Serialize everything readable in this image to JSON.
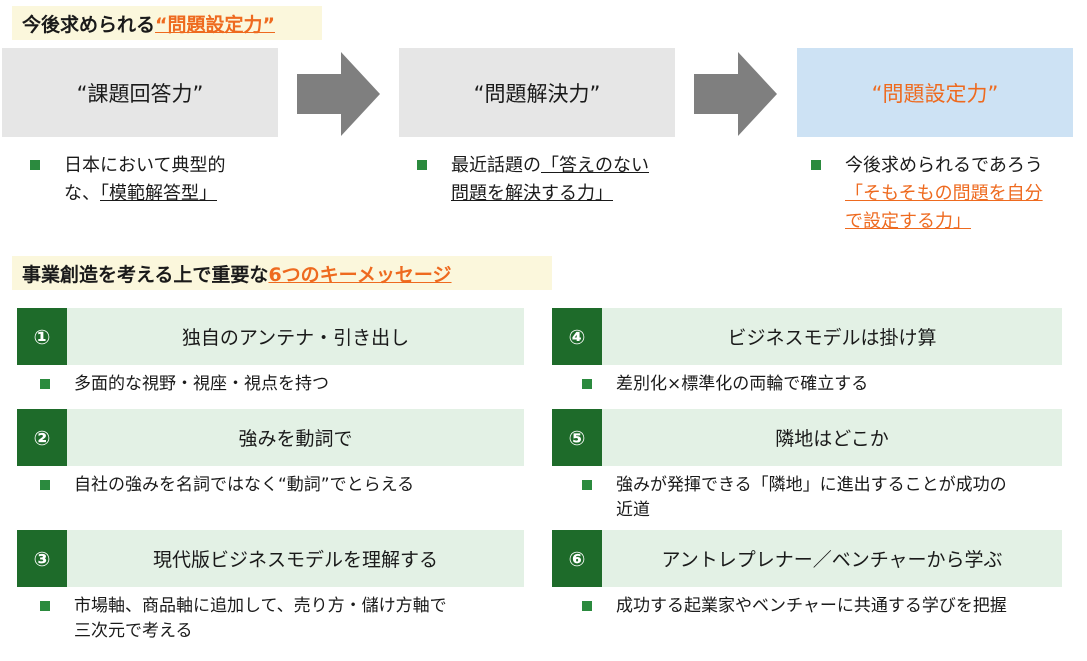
{
  "top_heading": {
    "prefix": "今後求められる",
    "highlight": "“問題設定力”"
  },
  "stages": [
    {
      "label": "“課題回答力”"
    },
    {
      "label": "“問題解決力”"
    },
    {
      "label": "“問題設定力”"
    }
  ],
  "stage_bullets": [
    {
      "line1": "日本において典型的",
      "line2_plain": "な、",
      "line2_underlined": "「模範解答型」"
    },
    {
      "line1_plain": "最近話題の",
      "line1_underlined": "「答えのない",
      "line2_underlined": "問題を解決する力」"
    },
    {
      "line1": "今後求められるであろう",
      "line2": "「そもそもの問題を自分",
      "line3": "で設定する力」"
    }
  ],
  "bottom_heading": {
    "prefix": "事業創造を考える上で重要な",
    "highlight": "6つのキーメッセージ"
  },
  "messages": [
    {
      "num": "①",
      "title": "独自のアンテナ・引き出し",
      "bullet": "多面的な視野・視座・視点を持つ",
      "bullet2": ""
    },
    {
      "num": "②",
      "title": "強みを動詞で",
      "bullet": "自社の強みを名詞ではなく“動詞”でとらえる",
      "bullet2": ""
    },
    {
      "num": "③",
      "title": "現代版ビジネスモデルを理解する",
      "bullet": "市場軸、商品軸に追加して、売り方・儲け方軸で",
      "bullet2": "三次元で考える"
    },
    {
      "num": "④",
      "title": "ビジネスモデルは掛け算",
      "bullet": "差別化×標準化の両輪で確立する",
      "bullet2": ""
    },
    {
      "num": "⑤",
      "title": "隣地はどこか",
      "bullet": "強みが発揮できる「隣地」に進出することが成功の",
      "bullet2": "近道"
    },
    {
      "num": "⑥",
      "title": "アントレプレナー／ベンチャーから学ぶ",
      "bullet": "成功する起業家やベンチャーに共通する学びを把握",
      "bullet2": ""
    }
  ],
  "colors": {
    "accent_orange": "#ee6a1f",
    "dark_green": "#1e6b2a",
    "bullet_green": "#2b8a3e",
    "light_green": "#e3f1e5",
    "banner_yellow": "#fbf7dc",
    "stage_grey": "#e6e6e6",
    "stage_blue": "#cde2f4",
    "arrow_grey": "#7f7f7f"
  }
}
